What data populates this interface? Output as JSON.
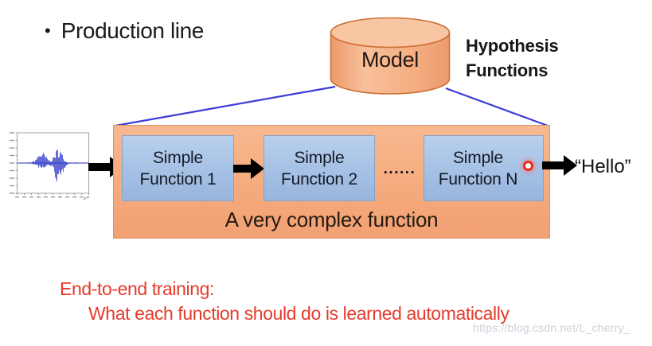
{
  "title": {
    "bullet": "•",
    "text": "Production line"
  },
  "model": {
    "label": "Model"
  },
  "hypothesis": {
    "line1": "Hypothesis",
    "line2": "Functions"
  },
  "pipeline": {
    "functions": [
      {
        "label": "Simple Function 1"
      },
      {
        "label": "Simple Function 2"
      },
      {
        "label": "Simple Function N"
      }
    ],
    "ellipsis": "......",
    "caption": "A very complex function"
  },
  "io": {
    "input": "audio-waveform",
    "output_label": "“Hello”"
  },
  "note": {
    "line1": "End-to-end training:",
    "line2": "What each function should do is learned automatically"
  },
  "watermark": "https://blog.csdn.net/L_cherry_",
  "colors": {
    "box_orange": "#f5ab7e",
    "cylinder_orange": "#f3a87c",
    "function_blue": "#a9c3e6",
    "connector_blue": "#3c3cd8",
    "note_red": "#e63a2b",
    "arrow_black": "#000000",
    "laser_dot_red": "#e62e1f",
    "waveform_blue": "#1f2bc4"
  }
}
